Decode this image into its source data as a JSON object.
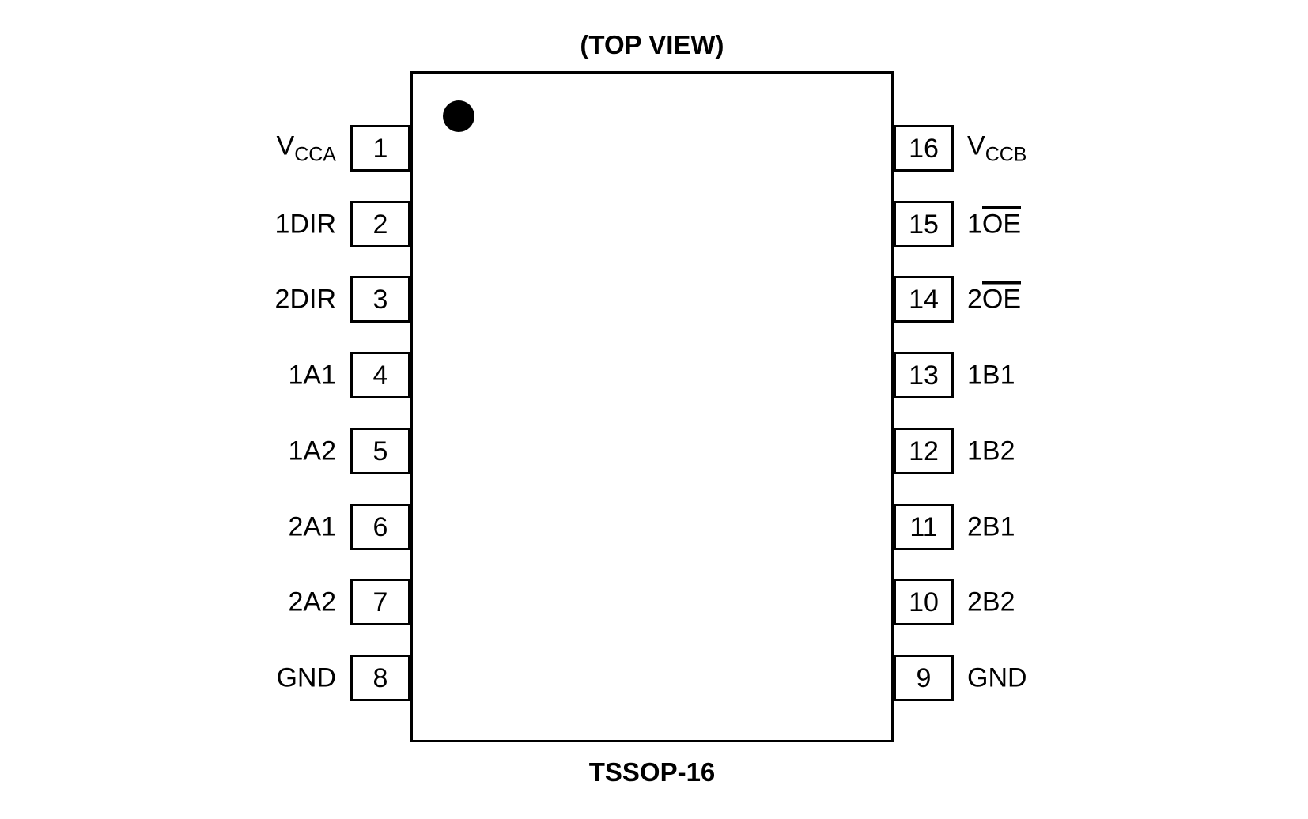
{
  "title": "(TOP VIEW)",
  "package_label": "TSSOP-16",
  "colors": {
    "ink": "#000000",
    "background": "#ffffff"
  },
  "pin1_indicator": "pin-1-index-dot",
  "pins": {
    "left": [
      {
        "number": "1",
        "label_parts": [
          {
            "t": "V"
          },
          {
            "t": "CCA",
            "sub": true
          }
        ]
      },
      {
        "number": "2",
        "label_parts": [
          {
            "t": "1DIR"
          }
        ]
      },
      {
        "number": "3",
        "label_parts": [
          {
            "t": "2DIR"
          }
        ]
      },
      {
        "number": "4",
        "label_parts": [
          {
            "t": "1A1"
          }
        ]
      },
      {
        "number": "5",
        "label_parts": [
          {
            "t": "1A2"
          }
        ]
      },
      {
        "number": "6",
        "label_parts": [
          {
            "t": "2A1"
          }
        ]
      },
      {
        "number": "7",
        "label_parts": [
          {
            "t": "2A2"
          }
        ]
      },
      {
        "number": "8",
        "label_parts": [
          {
            "t": "GND"
          }
        ]
      }
    ],
    "right": [
      {
        "number": "16",
        "label_parts": [
          {
            "t": "V"
          },
          {
            "t": "CCB",
            "sub": true
          }
        ]
      },
      {
        "number": "15",
        "label_parts": [
          {
            "t": "1"
          },
          {
            "t": "OE",
            "over": true
          }
        ]
      },
      {
        "number": "14",
        "label_parts": [
          {
            "t": "2"
          },
          {
            "t": "OE",
            "over": true
          }
        ]
      },
      {
        "number": "13",
        "label_parts": [
          {
            "t": "1B1"
          }
        ]
      },
      {
        "number": "12",
        "label_parts": [
          {
            "t": "1B2"
          }
        ]
      },
      {
        "number": "11",
        "label_parts": [
          {
            "t": "2B1"
          }
        ]
      },
      {
        "number": "10",
        "label_parts": [
          {
            "t": "2B2"
          }
        ]
      },
      {
        "number": "9",
        "label_parts": [
          {
            "t": "GND"
          }
        ]
      }
    ]
  }
}
